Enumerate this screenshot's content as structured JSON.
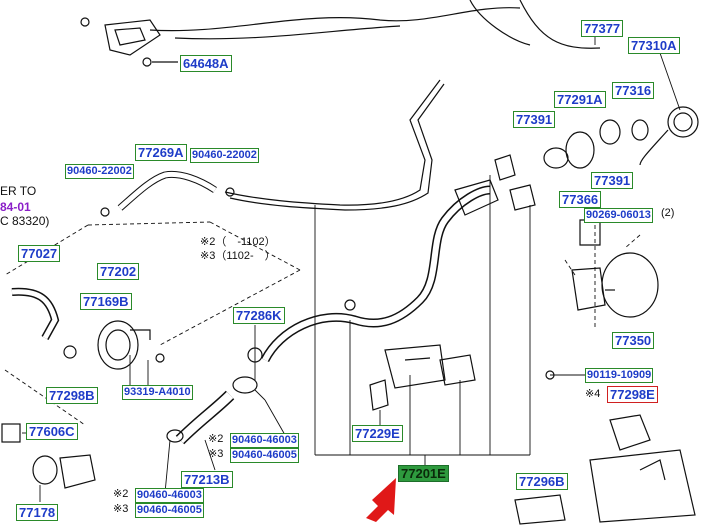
{
  "labels": {
    "p77377": "77377",
    "p77310A": "77310A",
    "p64648A": "64648A",
    "p77291A": "77291A",
    "p77316": "77316",
    "p77391a": "77391",
    "p77391b": "77391",
    "p77269A": "77269A",
    "p90460_22002a": "90460-22002",
    "p90460_22002b": "90460-22002",
    "p77366": "77366",
    "p90269_06013": "90269-06013",
    "p77027": "77027",
    "p77202": "77202",
    "p77169B": "77169B",
    "p77286K": "77286K",
    "p77350": "77350",
    "p90119_10909": "90119-10909",
    "p77298Ea": "77298E",
    "p77298B": "77298B",
    "p93319_A4010": "93319-A4010",
    "p77606C": "77606C",
    "p77229E": "77229E",
    "p90460_46003a": "90460-46003",
    "p90460_46005a": "90460-46005",
    "p77201E": "77201E",
    "p77213B": "77213B",
    "p77296B": "77296B",
    "p90460_46003b": "90460-46003",
    "p90460_46005b": "90460-46005",
    "p77178": "77178"
  },
  "qty": {
    "q2": "(2)"
  },
  "notes": {
    "n1": "※2（　-1102）",
    "n2": "※3（1102-　）",
    "m2a": "※2",
    "m3a": "※3",
    "m2b": "※2",
    "m3b": "※3",
    "m4": "※4"
  },
  "partial": {
    "t1": "ER TO",
    "t2": "84-01",
    "t3": "C 83320)"
  },
  "colors": {
    "label_border": "#2a8a2a",
    "label_text": "#1e3cc8",
    "selected_fill": "#2e9a3e",
    "warning_border": "#d02020",
    "arrow": "#e01818"
  }
}
